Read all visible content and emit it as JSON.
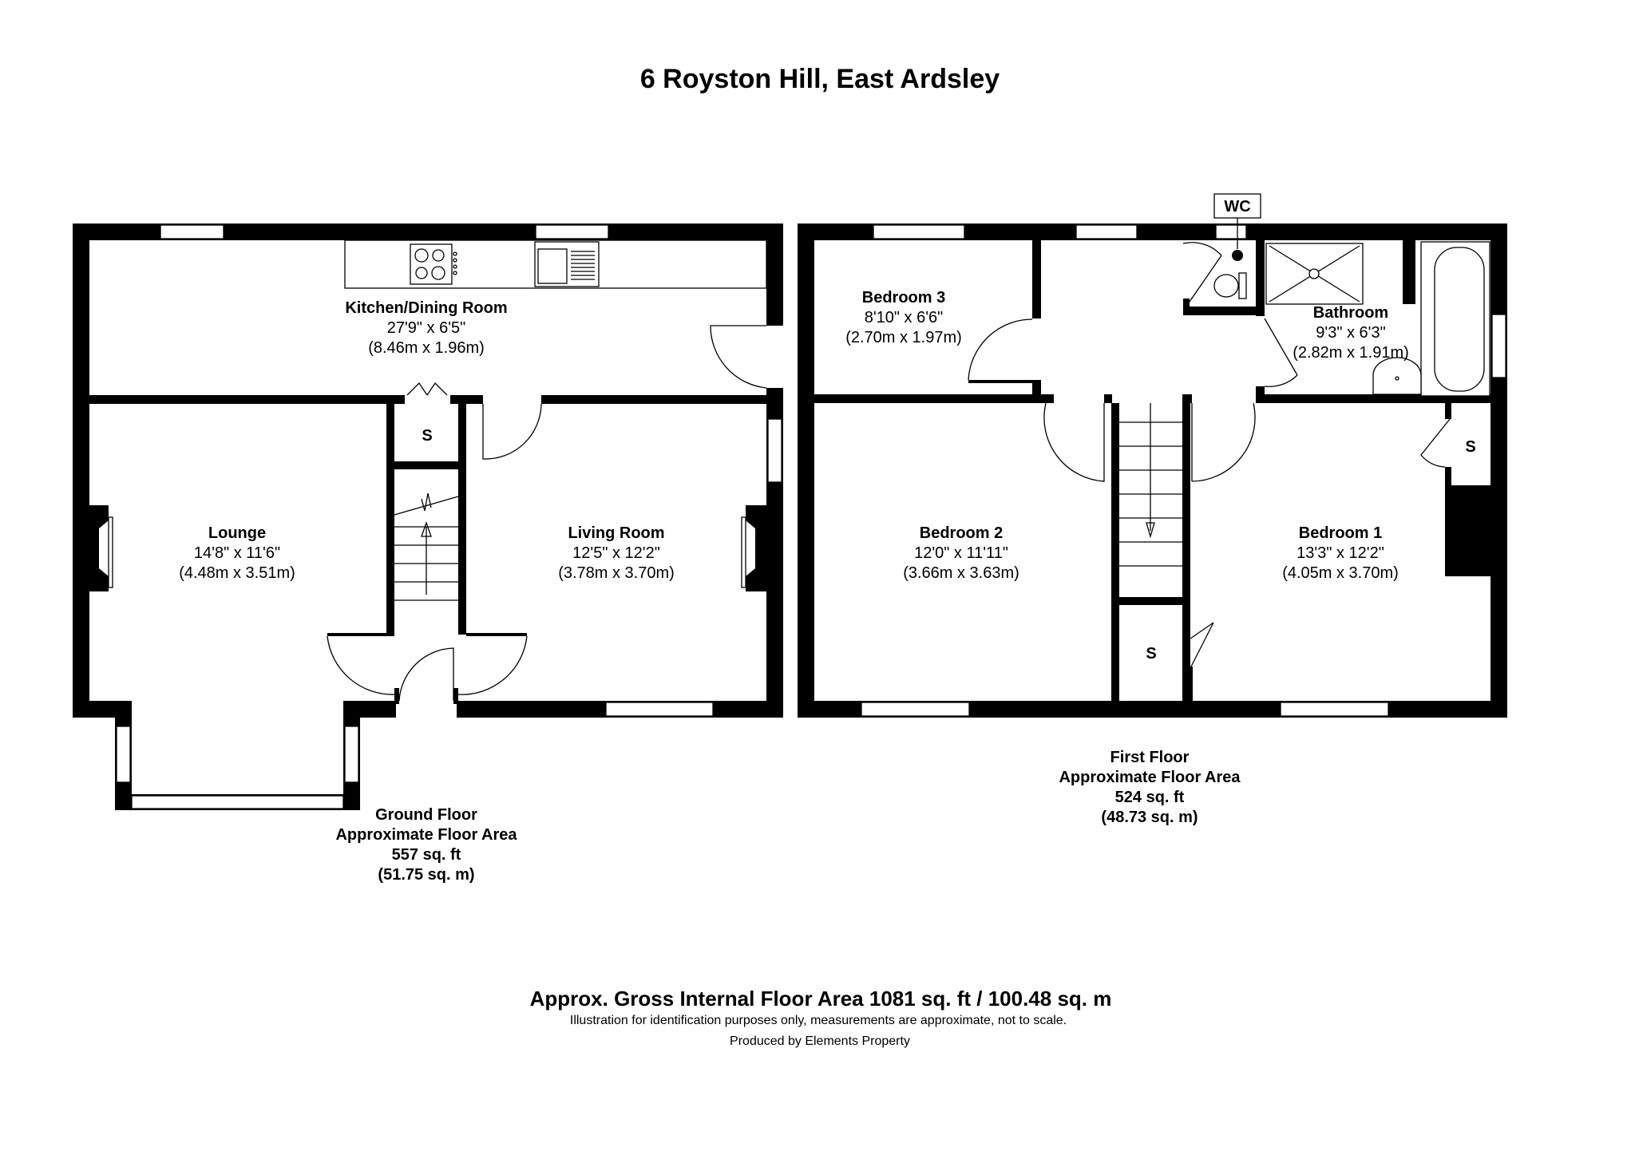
{
  "title": "6 Royston Hill, East Ardsley",
  "ground_floor": {
    "rooms": [
      {
        "name": "Kitchen/Dining Room",
        "imperial": "27'9\" x 6'5\"",
        "metric": "(8.46m x 1.96m)"
      },
      {
        "name": "Lounge",
        "imperial": "14'8\" x 11'6\"",
        "metric": "(4.48m x 3.51m)"
      },
      {
        "name": "Living Room",
        "imperial": "12'5\" x 12'2\"",
        "metric": "(3.78m x 3.70m)"
      }
    ],
    "storage_label": "S",
    "area": {
      "name": "Ground Floor",
      "label": "Approximate Floor Area",
      "sqft": "557 sq. ft",
      "sqm": "(51.75 sq. m)"
    }
  },
  "first_floor": {
    "rooms": [
      {
        "name": "Bedroom 3",
        "imperial": "8'10\" x 6'6\"",
        "metric": "(2.70m x 1.97m)"
      },
      {
        "name": "Bathroom",
        "imperial": "9'3\" x 6'3\"",
        "metric": "(2.82m x 1.91m)"
      },
      {
        "name": "Bedroom 2",
        "imperial": "12'0\" x 11'11\"",
        "metric": "(3.66m x 3.63m)"
      },
      {
        "name": "Bedroom 1",
        "imperial": "13'3\" x 12'2\"",
        "metric": "(4.05m x 3.70m)"
      }
    ],
    "wc_label": "WC",
    "storage_labels": [
      "S",
      "S"
    ],
    "area": {
      "name": "First Floor",
      "label": "Approximate Floor Area",
      "sqft": "524 sq. ft",
      "sqm": "(48.73 sq. m)"
    }
  },
  "footer": {
    "gross_area": "Approx. Gross Internal Floor Area 1081 sq. ft / 100.48 sq. m",
    "disclaimer": "Illustration for identification purposes only, measurements are approximate, not to scale.",
    "producer": "Produced by Elements Property"
  }
}
